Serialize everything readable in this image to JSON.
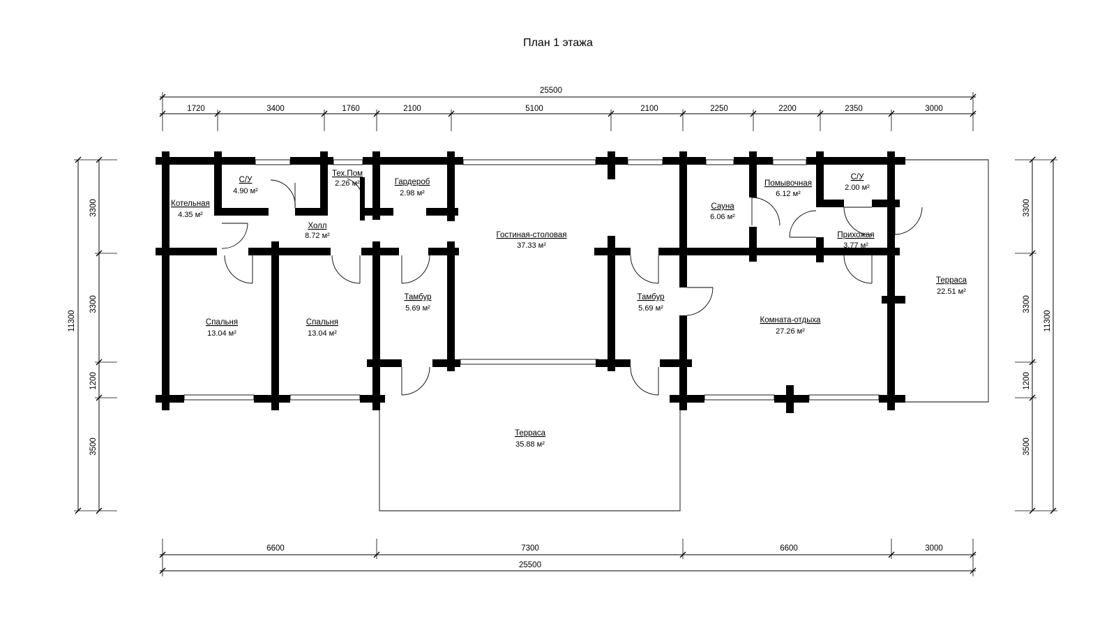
{
  "title": "План 1 этажа",
  "rooms": {
    "boiler": {
      "name": "Котельная",
      "area": "4.35 м²"
    },
    "wc1": {
      "name": "С/У",
      "area": "4.90 м²"
    },
    "tech": {
      "name": "Тех.Пом",
      "area": "2.26 м²"
    },
    "wardrobe": {
      "name": "Гардероб",
      "area": "2.98 м²"
    },
    "hall": {
      "name": "Холл",
      "area": "8.72 м²"
    },
    "living": {
      "name": "Гостиная-столовая",
      "area": "37.33 м²"
    },
    "sauna": {
      "name": "Сауна",
      "area": "6.06 м²"
    },
    "washroom": {
      "name": "Помывочная",
      "area": "6.12 м²"
    },
    "wc2": {
      "name": "С/У",
      "area": "2.00 м²"
    },
    "entry": {
      "name": "Прихожая",
      "area": "3.77 м²"
    },
    "bedroom1": {
      "name": "Спальня",
      "area": "13.04 м²"
    },
    "bedroom2": {
      "name": "Спальня",
      "area": "13.04 м²"
    },
    "vestibule1": {
      "name": "Тамбур",
      "area": "5.69 м²"
    },
    "vestibule2": {
      "name": "Тамбур",
      "area": "5.69 м²"
    },
    "rest": {
      "name": "Комната-отдыха",
      "area": "27.26 м²"
    },
    "terrace_right": {
      "name": "Терраса",
      "area": "22.51 м²"
    },
    "terrace_bottom": {
      "name": "Терраса",
      "area": "35.88 м²"
    }
  },
  "dimensions": {
    "top_total": "25500",
    "top_segments": [
      "1720",
      "3400",
      "1760",
      "2100",
      "5100",
      "2100",
      "2250",
      "2200",
      "2350",
      "3000"
    ],
    "bottom_segments": [
      "6600",
      "7300",
      "6600",
      "3000"
    ],
    "bottom_total": "25500",
    "left_total": "11300",
    "left_segments": [
      "3300",
      "3300",
      "1200",
      "3500"
    ],
    "right_segments": [
      "3300",
      "3300",
      "1200",
      "3500"
    ],
    "right_total": "11300"
  }
}
